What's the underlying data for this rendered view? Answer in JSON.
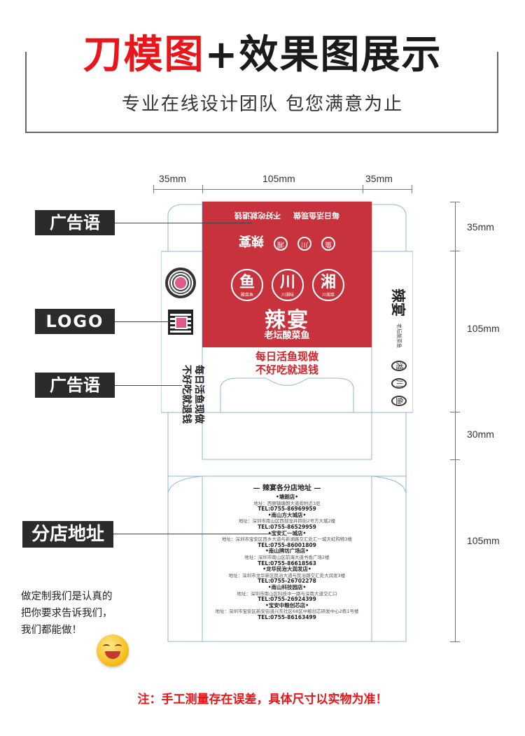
{
  "header": {
    "title_red": "刀模图",
    "title_plus": "+",
    "title_black": "效果图展示",
    "subtitle": "专业在线设计团队 包您满意为止"
  },
  "dimensions": {
    "top_left": "35mm",
    "top_mid": "105mm",
    "top_right": "35mm",
    "right_1": "35mm",
    "right_2": "105mm",
    "right_3": "30mm",
    "right_4": "105mm"
  },
  "labels": {
    "slogan_top": "广告语",
    "logo": "LOGO",
    "slogan_side": "广告语",
    "address": "分店地址"
  },
  "box": {
    "slogan_line1": "每日活鱼现做",
    "slogan_line2": "不好吃就退钱",
    "badges": [
      "鱼",
      "川",
      "湘"
    ],
    "badge_subs": [
      "酸菜鱼",
      "川湘味",
      "川湘菜"
    ],
    "brand": "辣宴",
    "brand_sub": "老坛酸菜鱼",
    "side_brand": "辣宴",
    "side_brand_sub": "老坛酸菜鱼"
  },
  "addresses": {
    "title": "— 辣宴各分店地址 —",
    "stores": [
      {
        "name": "•塘朗店•",
        "addr": "地址：西丽镇塘朗大道旁附近3层",
        "tel": "TEL:0755-86969959"
      },
      {
        "name": "•南山方大城店•",
        "addr": "地址：深圳市南山区西部龙井四街2号方大城2楼",
        "tel": "TEL:0755-86529959"
      },
      {
        "name": "•宝安汇一城店•",
        "addr": "地址：深圳市宝安区西乡大道与新湖路交汇处汇一城天虹购物3楼",
        "tel": "TEL:0755-86001809"
      },
      {
        "name": "•南山牌坊广场店•",
        "addr": "地址：深圳市南山区前海大道书香广场2楼",
        "tel": "TEL:0755-86618563"
      },
      {
        "name": "•龙华民治大润发店•",
        "addr": "地址：深圳市龙华新区民治大道与民治路交汇处大润发3楼",
        "tel": "TEL:0755-26702278"
      },
      {
        "name": "•南山科技园店•",
        "addr": "地址：深圳市南山区科技中一路与深南大道交汇口",
        "tel": "TEL:0755-26924399"
      },
      {
        "name": "•宝安中粮创芯店•",
        "addr": "地址：深圳市宝安区新安街道兴东社区68区中粮创芯研发中心2栋1号楼",
        "tel": "TEL:0755-86163499"
      }
    ]
  },
  "note": {
    "line1": "做定制我们是认真的",
    "line2": "把你要求告诉我们，",
    "line3": "我们都能做！"
  },
  "footer": "注：手工测量存在误差，具体尺寸以实物为准！",
  "colors": {
    "accent_red": "#e8151b",
    "panel_red": "#c8323c",
    "die_line": "#8fb6d8"
  }
}
